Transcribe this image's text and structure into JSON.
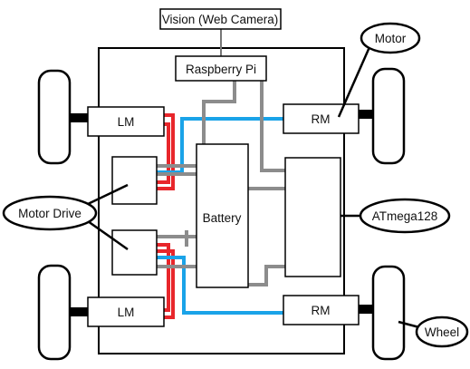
{
  "labels": {
    "vision": "Vision (Web Camera)",
    "raspberry_pi": "Raspberry Pi",
    "lm": "LM",
    "rm": "RM",
    "battery": "Battery",
    "motor_drive": "Motor Drive",
    "atmega": "ATmega128",
    "motor": "Motor",
    "wheel": "Wheel"
  },
  "colors": {
    "outline": "#000000",
    "wire_red": "#e8262b",
    "wire_blue": "#1aa3e8",
    "wire_gray": "#8c8c8c"
  }
}
